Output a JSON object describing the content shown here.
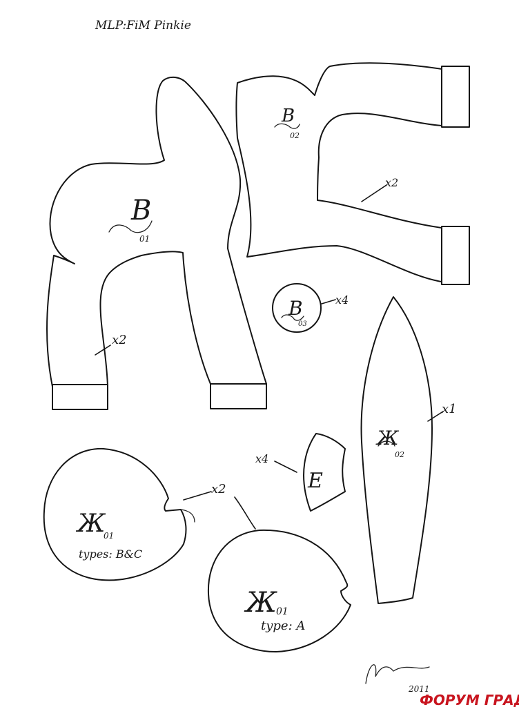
{
  "header": {
    "title": "MLP:FiM Pinkie"
  },
  "pieces": {
    "b01": {
      "letter": "B",
      "code": "01",
      "count": "x2"
    },
    "b02": {
      "letter": "B",
      "code": "02",
      "count": "x2"
    },
    "b03": {
      "letter": "B",
      "code": "03",
      "count": "x4"
    },
    "h02": {
      "letter": "Ж",
      "code": "02",
      "count": "x1"
    },
    "e": {
      "letter": "E",
      "count": "x4"
    },
    "h01_bc": {
      "letter": "Ж",
      "code": "01",
      "types": "types: B&C",
      "count": "x2"
    },
    "h01_a": {
      "letter": "Ж",
      "code": "01",
      "types": "type: A"
    }
  },
  "signature": {
    "name": "Melisheva",
    "year": "2011"
  },
  "watermark": {
    "text": "ФОРУМ ГРАД",
    "color": "#c8141e"
  }
}
